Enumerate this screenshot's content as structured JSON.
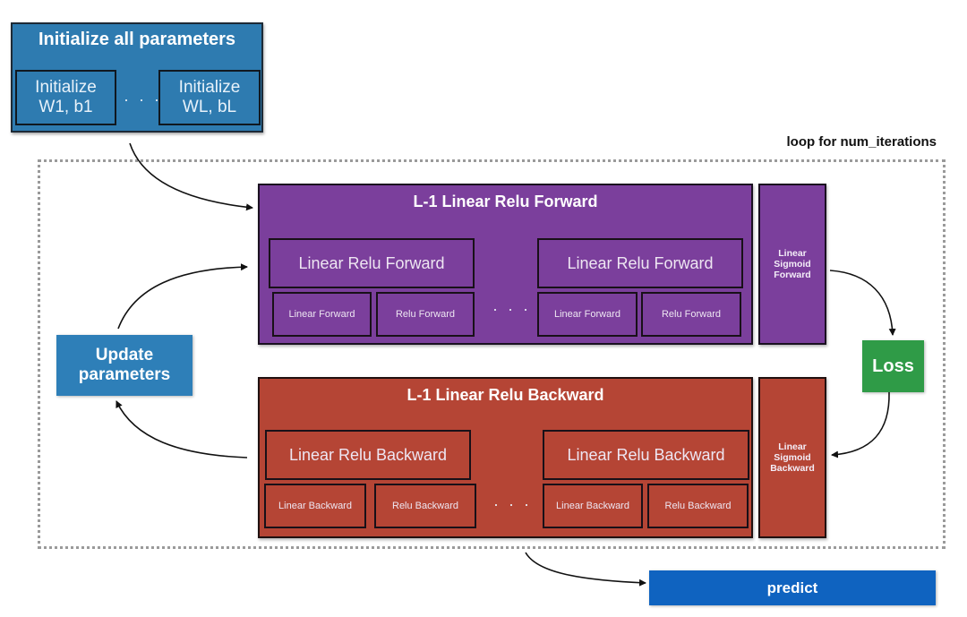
{
  "init": {
    "title": "Initialize all parameters",
    "first": "Initialize\nW1, b1",
    "first_line1": "Initialize",
    "first_line2": "W1, b1",
    "ellipsis": "· · ·",
    "last_line1": "Initialize",
    "last_line2": "WL, bL"
  },
  "loop": {
    "label": "loop for num_iterations"
  },
  "forward": {
    "title": "L-1 Linear Relu Forward",
    "blocks": [
      {
        "label": "Linear Relu Forward",
        "linear": "Linear Forward",
        "relu": "Relu Forward"
      },
      {
        "label": "Linear Relu Forward",
        "linear": "Linear Forward",
        "relu": "Relu Forward"
      }
    ],
    "ellipsis": "· · ·",
    "sigmoid_line1": "Linear",
    "sigmoid_line2": "Sigmoid",
    "sigmoid_line3": "Forward",
    "color": "#7b3f9c"
  },
  "backward": {
    "title": "L-1 Linear Relu Backward",
    "blocks": [
      {
        "label": "Linear Relu Backward",
        "linear": "Linear Backward",
        "relu": "Relu Backward"
      },
      {
        "label": "Linear Relu Backward",
        "linear": "Linear Backward",
        "relu": "Relu Backward"
      }
    ],
    "ellipsis": "· · ·",
    "sigmoid_line1": "Linear",
    "sigmoid_line2": "Sigmoid",
    "sigmoid_line3": "Backward",
    "color": "#b54535"
  },
  "update": {
    "line1": "Update",
    "line2": "parameters",
    "color": "#2e7fb8"
  },
  "loss": {
    "label": "Loss",
    "color": "#2f9b47"
  },
  "predict": {
    "label": "predict",
    "color": "#0f63c0"
  }
}
